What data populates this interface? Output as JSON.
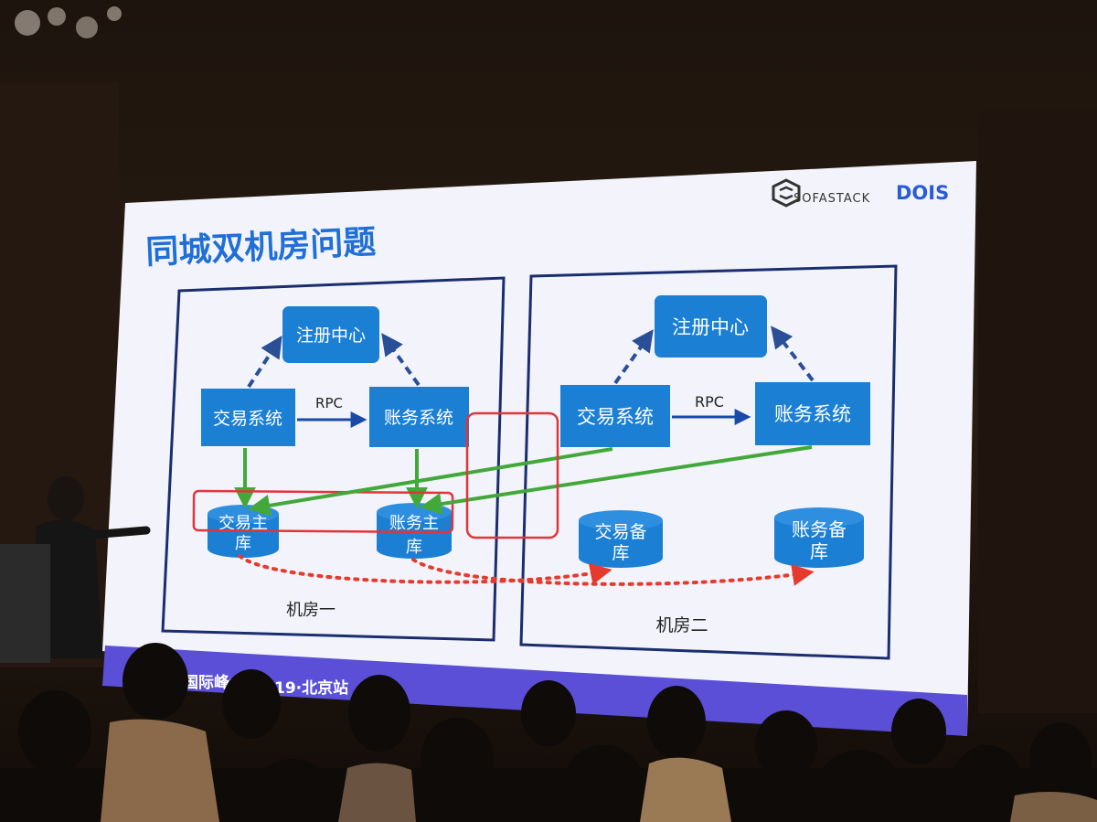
{
  "slide": {
    "title": "同城双机房问题",
    "logos": {
      "sofastack": "SOFASTACK",
      "dois": "DOIS"
    },
    "footer_banner": "国际峰会",
    "footer_banner_tail": "19·北京站",
    "room_one": {
      "label": "机房一",
      "registry": "注册中心",
      "trade_system": "交易系统",
      "account_system": "账务系统",
      "rpc_label": "RPC",
      "trade_db_line1": "交易主",
      "trade_db_line2": "库",
      "account_db_line1": "账务主",
      "account_db_line2": "库"
    },
    "room_two": {
      "label": "机房二",
      "registry": "注册中心",
      "trade_system": "交易系统",
      "account_system": "账务系统",
      "rpc_label": "RPC",
      "trade_db_line1": "交易备",
      "trade_db_line2": "库",
      "account_db_line1": "账务备",
      "account_db_line2": "库"
    }
  },
  "colors": {
    "slide_bg": "#f3f4fb",
    "title": "#1f6fd6",
    "box_fill": "#1b7fd4",
    "frame": "#1a2d6e",
    "rpc_arrow": "#1a4aa8",
    "dashed_arrow": "#2a4f96",
    "green": "#43a83a",
    "red_dots": "#e53b2f",
    "red_box": "#e0353a",
    "footer": "#5a4fd6"
  }
}
